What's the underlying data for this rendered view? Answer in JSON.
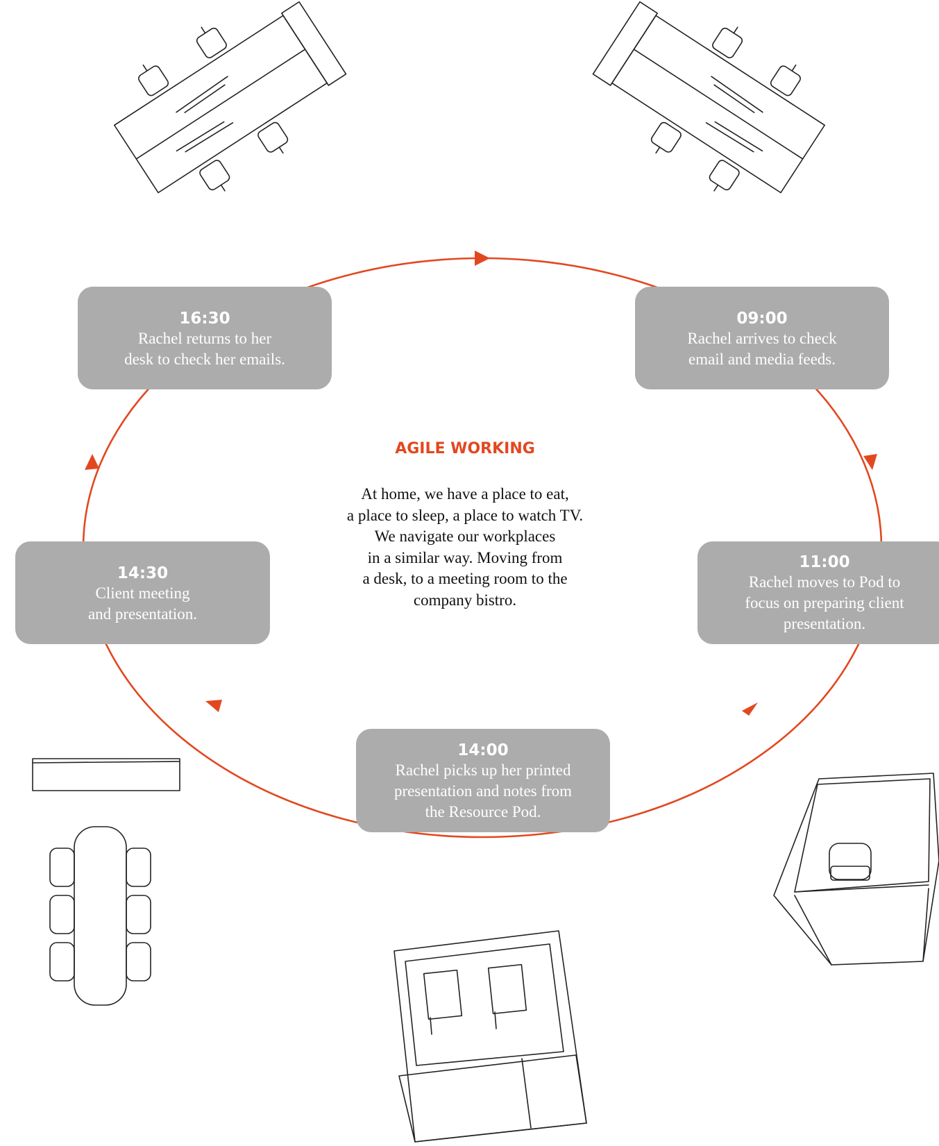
{
  "accent_color": "#e2481f",
  "node_color": "#acacac",
  "center": {
    "title": "AGILE WORKING",
    "lines": [
      "At home, we have a place to eat,",
      "a place to sleep, a place to watch TV.",
      "We navigate our workplaces",
      "in a similar way. Moving from",
      "a desk, to a meeting room to the",
      "company bistro."
    ]
  },
  "nodes": [
    {
      "time": "09:00",
      "lines": [
        "Rachel arrives to check",
        "email and media feeds."
      ]
    },
    {
      "time": "11:00",
      "lines": [
        "Rachel moves to Pod to",
        "focus on preparing client",
        "presentation."
      ]
    },
    {
      "time": "14:00",
      "lines": [
        "Rachel picks up her printed",
        "presentation and notes from",
        "the Resource Pod."
      ]
    },
    {
      "time": "14:30",
      "lines": [
        "Client meeting",
        "and presentation."
      ]
    },
    {
      "time": "16:30",
      "lines": [
        "Rachel returns to her",
        "desk to check her emails."
      ]
    }
  ],
  "icons": [
    "desk-cluster-sketch-icon",
    "desk-cluster-sketch-icon",
    "pod-sketch-icon",
    "resource-pod-sketch-icon",
    "meeting-table-sketch-icon"
  ]
}
